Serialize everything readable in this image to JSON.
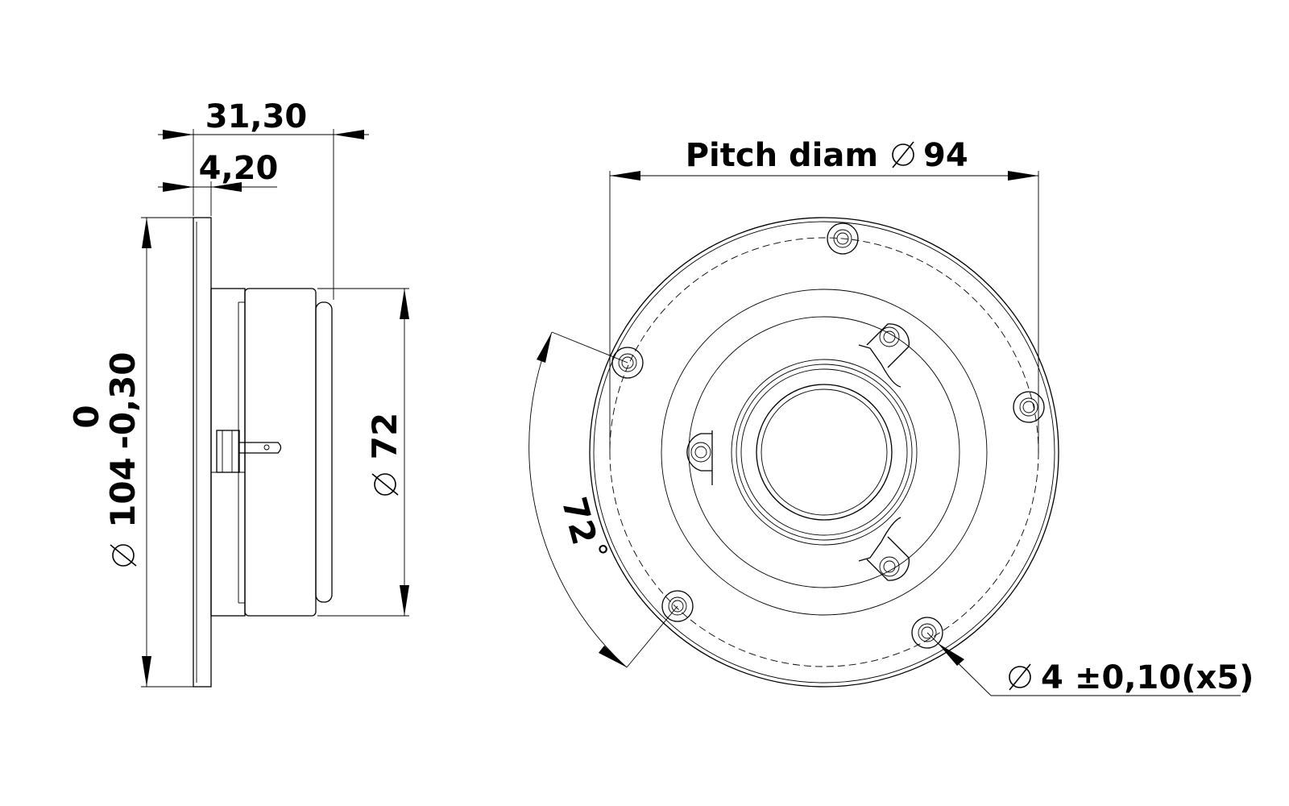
{
  "side_view": {
    "overall_depth": "31,30",
    "flange_thickness": "4,20",
    "flange_diameter_value": "104",
    "flange_tolerance_lower": "-0,30",
    "flange_tolerance_upper": "0",
    "body_diameter_value": "72"
  },
  "front_view": {
    "pitch_label": "Pitch diam",
    "pitch_value": "94",
    "angle_value": "72",
    "angle_unit": "°",
    "hole_value": "4",
    "hole_tolerance": "±0,10(x5)"
  },
  "symbols": {
    "diameter_symbol": "diameter-icon",
    "degree_symbol": "degree-icon"
  },
  "colors": {
    "line": "#000000",
    "background": "#ffffff"
  }
}
